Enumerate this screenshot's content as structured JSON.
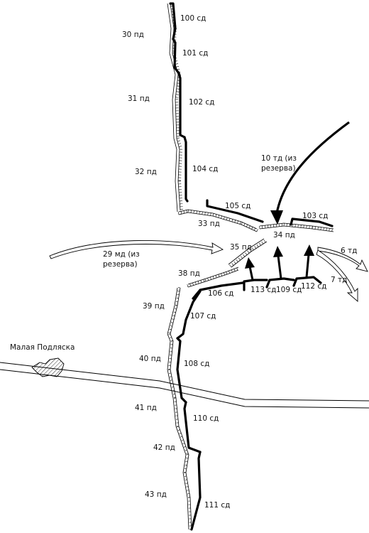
{
  "units": {
    "german": [
      "30 пд",
      "31 пд",
      "32 пд",
      "33 пд",
      "34 пд",
      "35 пд",
      "38 пд",
      "39 пд",
      "40 пд",
      "41 пд",
      "42 пд",
      "43 пд"
    ],
    "soviet": [
      "100 сд",
      "101 сд",
      "102 сд",
      "104 сд",
      "105 сд",
      "103 сд",
      "106 сд",
      "113 сд",
      "109 сд",
      "112 сд",
      "107 сд",
      "108 сд",
      "110 сд",
      "111 сд"
    ],
    "armor": [
      "6 тд",
      "7 тд"
    ],
    "reserve_tank_line1": "10 тд (из",
    "reserve_tank_line2": "резерва)",
    "reserve_mot_line1": "29 мд (из",
    "reserve_mot_line2": "резерва)"
  },
  "places": {
    "town": "Малая Подляска"
  },
  "colors": {
    "ink": "#000000",
    "background": "#ffffff"
  }
}
